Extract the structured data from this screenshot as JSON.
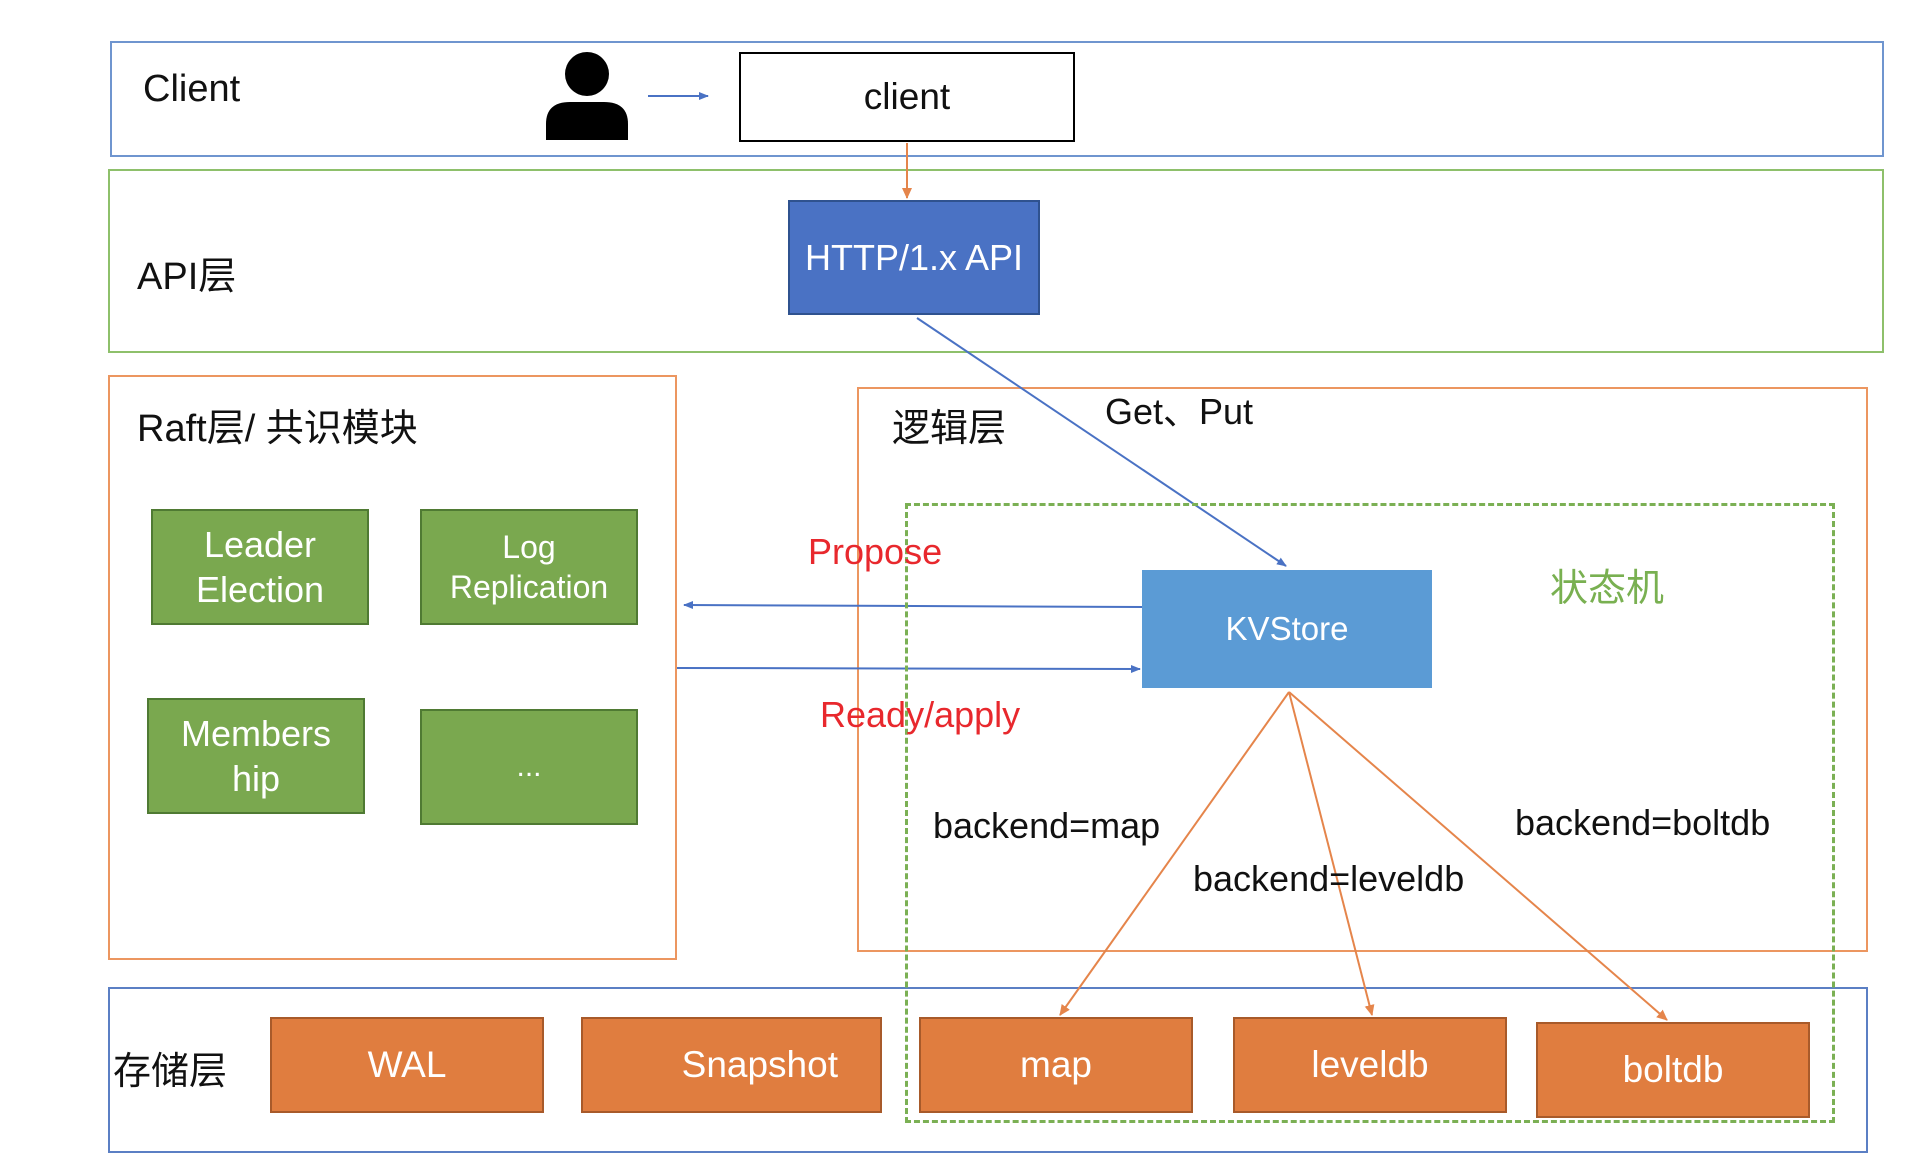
{
  "layers": {
    "client": {
      "label": "Client"
    },
    "api": {
      "label": "API层"
    },
    "raft": {
      "label": "Raft层/ 共识模块"
    },
    "logic": {
      "label": "逻辑层"
    },
    "storage": {
      "label": "存储层"
    },
    "state_machine": {
      "label": "状态机"
    }
  },
  "nodes": {
    "client_box": "client",
    "http_api": "HTTP/1.x API",
    "kvstore": "KVStore",
    "leader_election": "Leader\nElection",
    "log_replication": "Log\nReplication",
    "membership": "Members\nhip",
    "more": "...",
    "wal": "WAL",
    "snapshot": "Snapshot",
    "map": "map",
    "leveldb": "leveldb",
    "boltdb": "boltdb"
  },
  "edge_labels": {
    "get_put": "Get、Put",
    "propose": "Propose",
    "ready_apply": "Ready/apply",
    "backend_map": "backend=map",
    "backend_leveldb": "backend=leveldb",
    "backend_boltdb": "backend=boltdb"
  },
  "icons": {
    "user": "user-icon"
  },
  "colors": {
    "client_border": "#6f95cf",
    "api_border": "#8ec06b",
    "raft_border": "#ec9660",
    "logic_border": "#ec9660",
    "storage_border": "#5b7fc4",
    "state_machine_border": "#7bb054",
    "state_machine_text": "#79b051",
    "http_api_fill": "#4a72c4",
    "kvstore_fill": "#5b9bd5",
    "green_node_fill": "#7aa84f",
    "orange_node_fill": "#e07d3f",
    "red_text": "#e8282d",
    "blue_arrow": "#4a72c4",
    "orange_arrow": "#e5854b"
  }
}
